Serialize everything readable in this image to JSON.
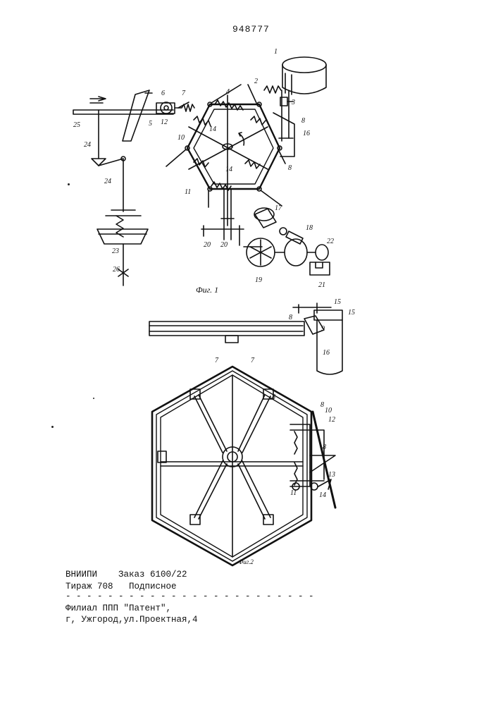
{
  "header": {
    "patent_number": "948777"
  },
  "figures": [
    {
      "caption": "Фиг. 1",
      "callouts": [
        "1",
        "2",
        "3",
        "4",
        "5",
        "6",
        "7",
        "8",
        "8",
        "10",
        "11",
        "12",
        "14",
        "14",
        "16",
        "17",
        "18",
        "19",
        "20",
        "20",
        "21",
        "22",
        "23",
        "24",
        "24",
        "25",
        "26"
      ]
    },
    {
      "caption": "Фиг.2",
      "callouts": [
        "7",
        "7",
        "8",
        "8",
        "8",
        "9",
        "10",
        "11",
        "12",
        "13",
        "14",
        "15",
        "15",
        "16"
      ]
    }
  ],
  "imprint": {
    "line1": "ВНИИПИ    Заказ 6100/22",
    "line2": "Тираж 708   Подписное",
    "separator": "- - - - - - - - - - - - - - - - - - - - - - - -",
    "line3": "Филиал ППП \"Патент\",",
    "line4": "г, Ужгород,ул.Проектная,4"
  }
}
